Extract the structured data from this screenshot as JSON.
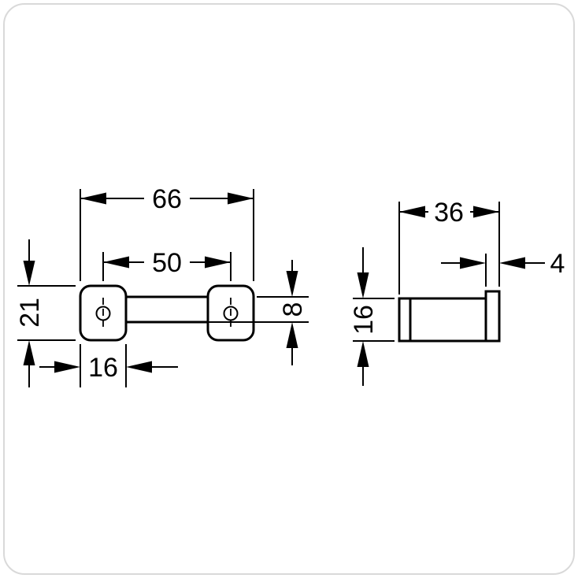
{
  "page": {
    "background": "#ffffff",
    "frame_color": "#d9d9d9",
    "line_color": "#000000"
  },
  "front_view": {
    "overall_width": "66",
    "hole_spacing": "50",
    "height": "21",
    "hook_width": "16",
    "bar_thickness": "8"
  },
  "side_view": {
    "depth": "36",
    "lip_thickness": "4",
    "height": "16"
  }
}
